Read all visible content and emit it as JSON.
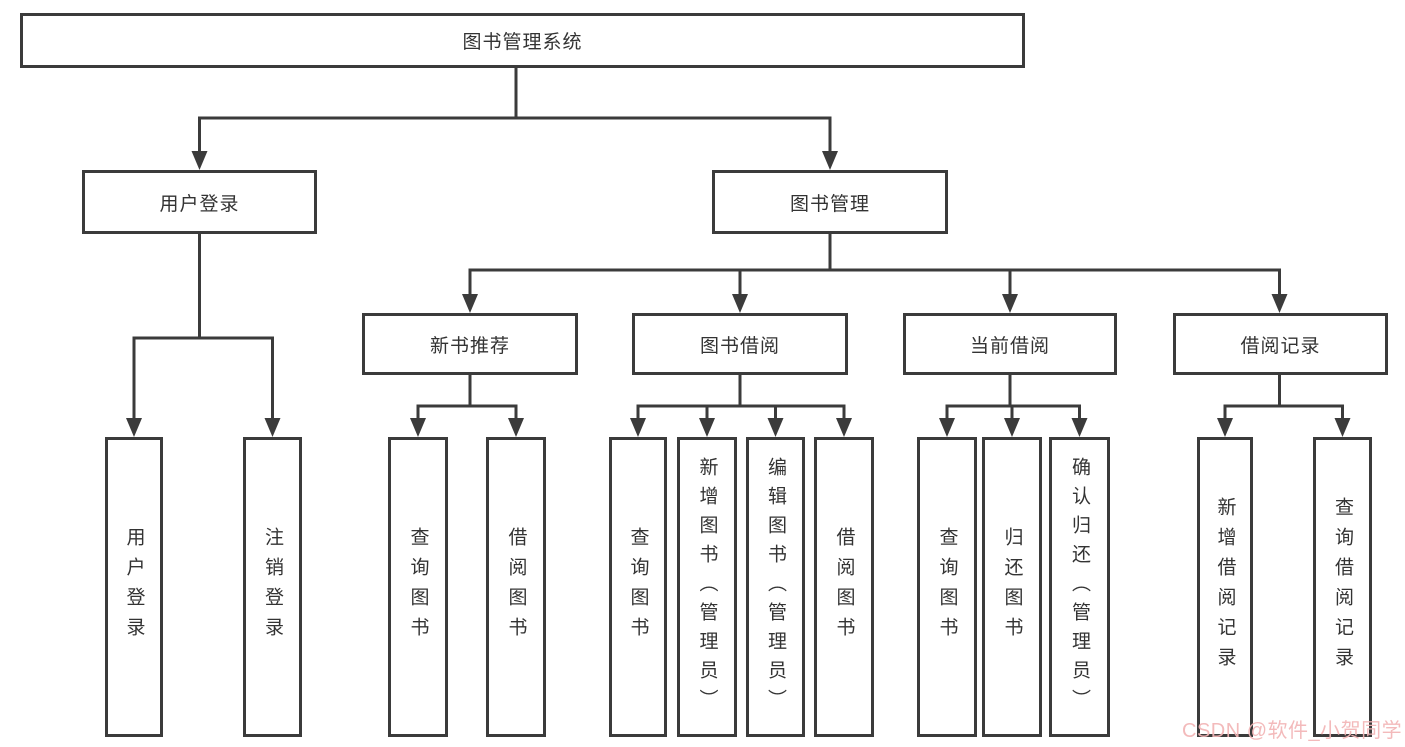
{
  "diagram": {
    "root": {
      "label": "图书管理系统"
    },
    "level2": [
      {
        "label": "用户登录"
      },
      {
        "label": "图书管理"
      }
    ],
    "level3": [
      {
        "label": "新书推荐"
      },
      {
        "label": "图书借阅"
      },
      {
        "label": "当前借阅"
      },
      {
        "label": "借阅记录"
      }
    ],
    "leaves": {
      "user_login": [
        {
          "label": "用户登录"
        },
        {
          "label": "注销登录"
        }
      ],
      "new_book_recommend": [
        {
          "label": "查询图书"
        },
        {
          "label": "借阅图书"
        }
      ],
      "book_borrow": [
        {
          "label": "查询图书"
        },
        {
          "label": "新增图书（管理员）"
        },
        {
          "label": "编辑图书（管理员）"
        },
        {
          "label": "借阅图书"
        }
      ],
      "current_borrow": [
        {
          "label": "查询图书"
        },
        {
          "label": "归还图书"
        },
        {
          "label": "确认归还（管理员）"
        }
      ],
      "borrow_record": [
        {
          "label": "新增借阅记录"
        },
        {
          "label": "查询借阅记录"
        }
      ]
    }
  },
  "watermark": {
    "text": "CSDN @软件_小贺同学",
    "color": "#f2b5b6"
  },
  "colors": {
    "line": "#3b3b3b",
    "text": "#333333",
    "background": "#ffffff"
  }
}
